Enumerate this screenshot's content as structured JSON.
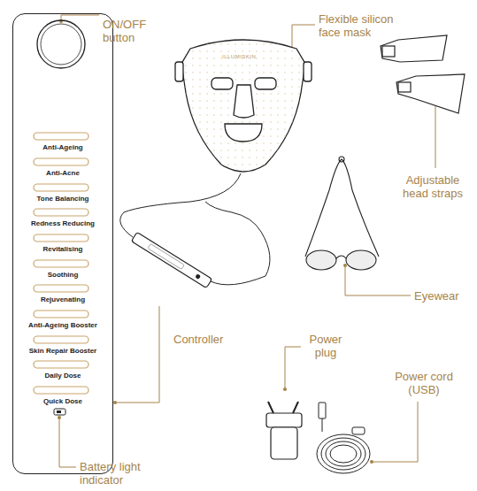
{
  "diagram": {
    "nodes": [
      {
        "text": [
          "Anti-Ageing",
          "Anti-Acne",
          "Tone Balancing",
          "Redness Reducing",
          "Revitalising",
          "Soothing",
          "Rejuvenating",
          "Anti-Ageing Booster",
          "Skin Repair Booster",
          "Daily Dose",
          "Quick Dose"
        ]
      }
    ],
    "labels": [
      "ON/OFF button",
      "Flexible silicon face mask",
      "ILLUMISKIN",
      "Adjustable head straps",
      "Eyewear",
      "Controller",
      "Power plug",
      "Power cord (USB)",
      "Battery light indicator"
    ]
  }
}
